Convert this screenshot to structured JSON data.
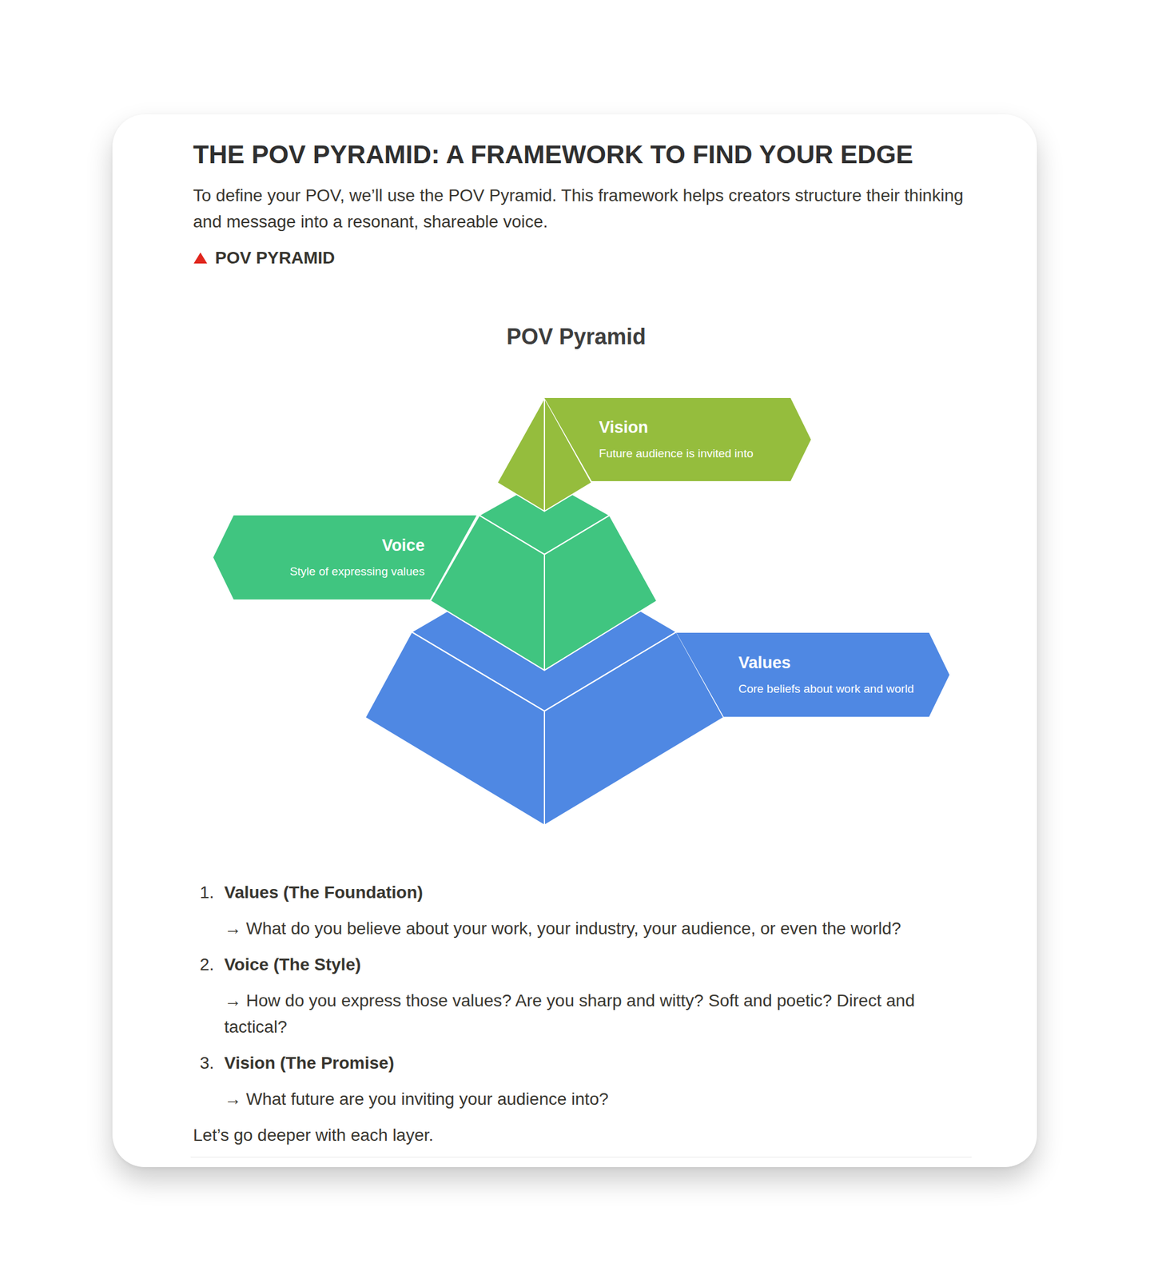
{
  "diagram": {
    "title": "THE POV PYRAMID: A FRAMEWORK TO FIND YOUR EDGE",
    "nodes": [
      {
        "text": [
          "Vision",
          "Future audience is invited into"
        ]
      },
      {
        "text": [
          "Voice",
          "Style of expressing values"
        ]
      },
      {
        "text": [
          "Values",
          "Core beliefs about work and world"
        ]
      }
    ],
    "edges": [],
    "labels": [
      "To define your POV, we’ll use the POV Pyramid. This framework helps creators structure their thinking and message into a resonant, shareable voice.",
      "POV PYRAMID",
      "POV Pyramid",
      "1.",
      "Values (The Foundation)",
      "→ What do you believe about your work, your industry, your audience, or even the world?",
      "2.",
      "Voice (The Style)",
      "→ How do you express those values? Are you sharp and witty? Soft and poetic? Direct and tactical?",
      "3.",
      "Vision (The Promise)",
      "→ What future are you inviting your audience into?",
      "Let’s go deeper with each layer."
    ]
  }
}
